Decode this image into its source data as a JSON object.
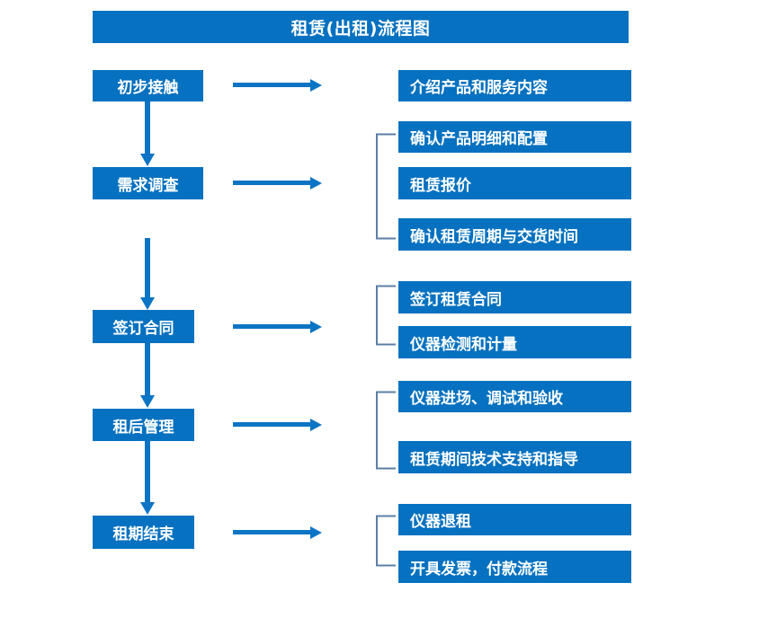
{
  "chart_data": {
    "type": "diagram",
    "title": "租赁(出租)流程图",
    "diagram_kind": "flowchart",
    "orientation": "top-to-bottom with right-side detail branches",
    "stages": [
      {
        "id": "stage-1",
        "label": "初步接触",
        "details": [
          "介绍产品和服务内容"
        ],
        "bracketed": false
      },
      {
        "id": "stage-2",
        "label": "需求调查",
        "details": [
          "确认产品明细和配置",
          "租赁报价",
          "确认租赁周期与交货时间"
        ],
        "bracketed": true
      },
      {
        "id": "stage-3",
        "label": "签订合同",
        "details": [
          "签订租赁合同",
          "仪器检测和计量"
        ],
        "bracketed": true
      },
      {
        "id": "stage-4",
        "label": "租后管理",
        "details": [
          "仪器进场、调试和验收",
          "租赁期间技术支持和指导"
        ],
        "bracketed": true
      },
      {
        "id": "stage-5",
        "label": "租期结束",
        "details": [
          "仪器退租",
          "开具发票，付款流程"
        ],
        "bracketed": true
      }
    ]
  },
  "header": {
    "title": "租赁(出租)流程图"
  },
  "flow": {
    "left_boxes": [
      {
        "label": "初步接触"
      },
      {
        "label": "需求调查"
      },
      {
        "label": "签订合同"
      },
      {
        "label": "租后管理"
      },
      {
        "label": "租期结束"
      }
    ],
    "right_boxes": [
      {
        "label": "介绍产品和服务内容"
      },
      {
        "label": "确认产品明细和配置"
      },
      {
        "label": "租赁报价"
      },
      {
        "label": "确认租赁周期与交货时间"
      },
      {
        "label": "签订租赁合同"
      },
      {
        "label": "仪器检测和计量"
      },
      {
        "label": "仪器进场、调试和验收"
      },
      {
        "label": "租赁期间技术支持和指导"
      },
      {
        "label": "仪器退租"
      },
      {
        "label": "开具发票，付款流程"
      }
    ]
  },
  "colors": {
    "box_fill": "#0571c0",
    "box_text": "#ffffff",
    "arrow": "#0b74c4",
    "bracket": "#5b7fa6",
    "background": "#ffffff"
  }
}
